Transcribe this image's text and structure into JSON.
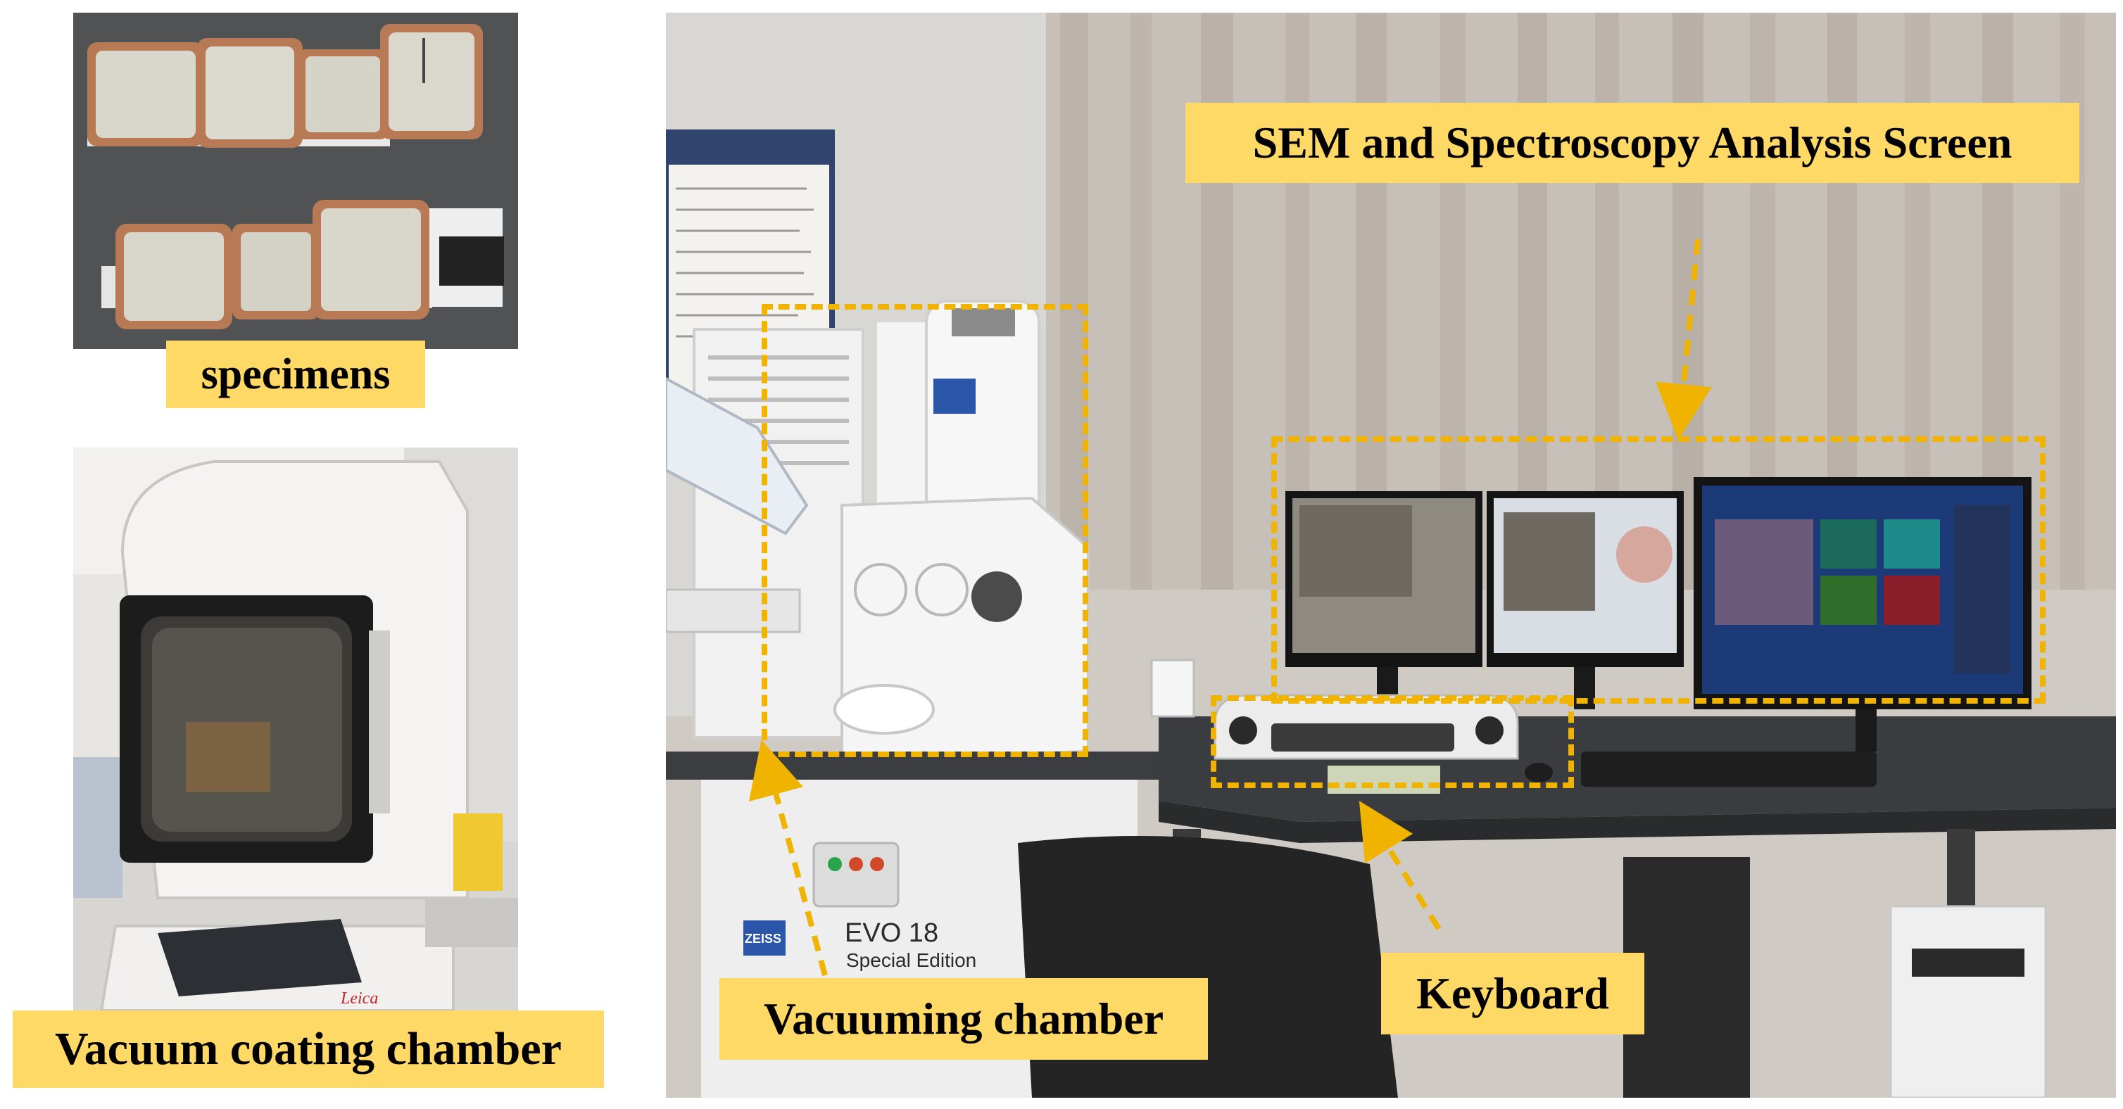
{
  "labels": {
    "specimens": "specimens",
    "vacuum_coating": "Vacuum coating chamber",
    "sem_screen": "SEM and Spectroscopy Analysis Screen",
    "vacuuming_chamber": "Vacuuming chamber",
    "keyboard": "Keyboard"
  },
  "instrument": {
    "brand": "ZEISS",
    "model": "EVO 18",
    "edition": "Special Edition",
    "coater_brand": "Leica"
  },
  "colors": {
    "label_bg": "#ffd966",
    "dash": "#f0b400"
  }
}
